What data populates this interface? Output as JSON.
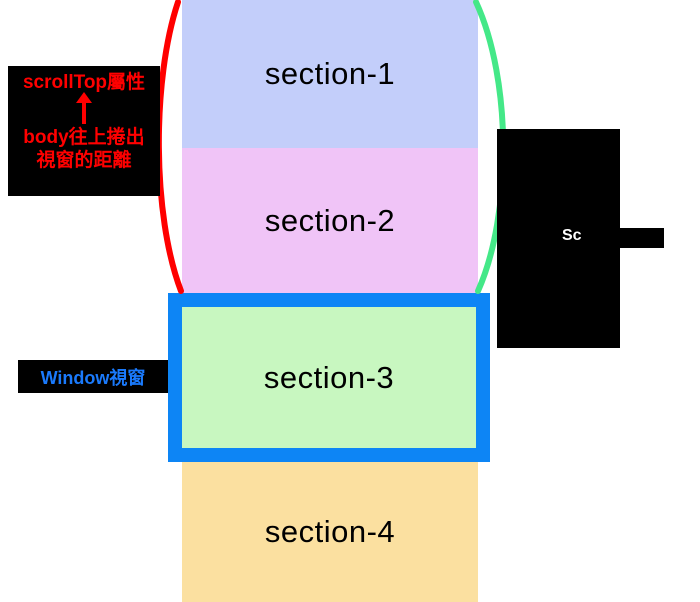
{
  "diagram": {
    "title": "scrollTop / window viewport scrolling diagram",
    "background_color": "#ffffff"
  },
  "sections": [
    {
      "id": "section-1",
      "label": "section-1",
      "color": "#c3cefa"
    },
    {
      "id": "section-2",
      "label": "section-2",
      "color": "#f0c4f7"
    },
    {
      "id": "section-3",
      "label": "section-3",
      "color": "#c8f7c0",
      "border_color": "#0d85f5"
    },
    {
      "id": "section-4",
      "label": "section-4",
      "color": "#fbe0a0"
    }
  ],
  "annotations": {
    "scroll_top": {
      "heading": "scrollTop屬性",
      "body_line_1": "body往上捲出",
      "body_line_2": "視窗的距離",
      "text_color": "#ff0000",
      "background_color": "#000000",
      "arrow": "arrow-up-icon"
    },
    "right_note": {
      "text": "Sc",
      "text_color": "#ffffff",
      "background_color": "#000000"
    },
    "window_note": {
      "text": "Window視窗",
      "text_color": "#1a7afc",
      "background_color": "#000000"
    }
  },
  "braces": {
    "left": {
      "name": "red-brace",
      "color": "#ff0000"
    },
    "right": {
      "name": "green-brace",
      "color": "#44e888"
    }
  }
}
